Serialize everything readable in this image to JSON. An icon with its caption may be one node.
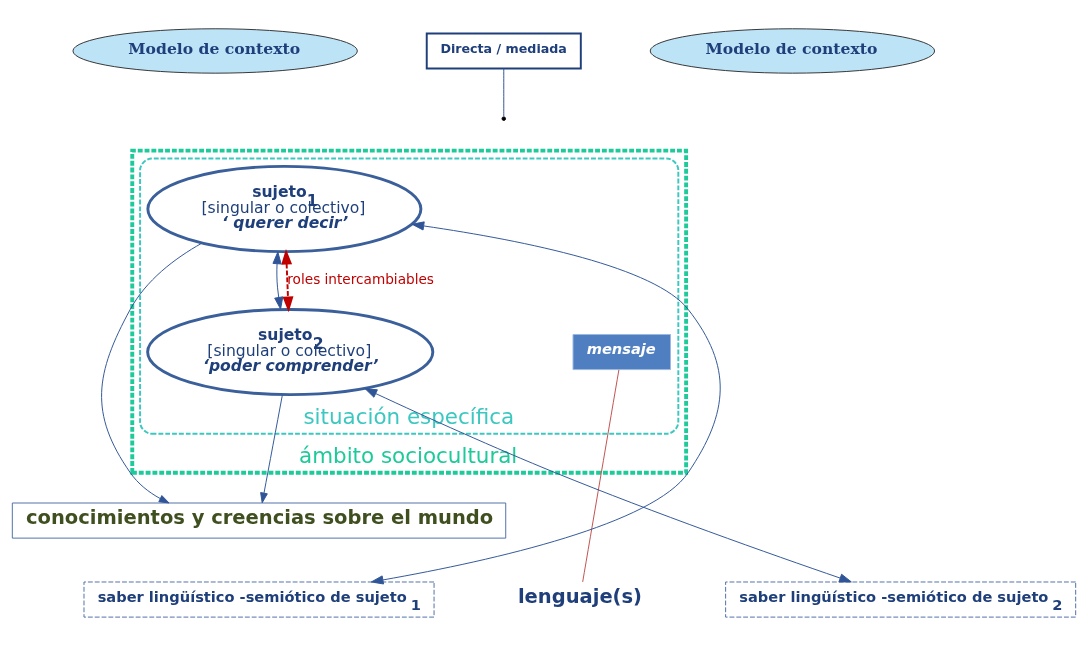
{
  "diagram": {
    "nodes": [
      {
        "text": [
          "Modelo de contexto"
        ]
      },
      {
        "text": [
          "Modelo de contexto"
        ]
      },
      {
        "text": [
          "Directa / mediada"
        ]
      },
      {
        "text": [
          "ámbito sociocultural"
        ]
      },
      {
        "text": [
          "situación específica"
        ],
        "in": 3
      },
      {
        "text": [
          "sujeto$_{1}$",
          "[singular o colectivo]",
          "‘ querer decir’"
        ],
        "in": 4
      },
      {
        "text": [
          "sujeto$_{2}$",
          "[singular o colectivo]",
          "‘poder comprender’"
        ],
        "in": 4
      },
      {
        "text": [
          "mensaje"
        ],
        "in": 4
      },
      {
        "text": [
          "conocimientos y creencias sobre el mundo"
        ]
      },
      {
        "text": [
          "lenguaje(s)"
        ]
      },
      {
        "text": [
          "saber lingüístico -semiótico de sujeto$_{1}$"
        ]
      },
      {
        "text": [
          "saber lingüístico -semiótico de sujeto$_{2}$"
        ]
      }
    ],
    "edges": [
      {
        "from": 5,
        "to": 6,
        "arrow": "both",
        "label": "roles intercambiables",
        "style": "dashed",
        "color": "#c00000"
      },
      {
        "from": 5,
        "to": 6,
        "arrow": "both"
      },
      {
        "from": 2,
        "to": null,
        "arrow": "none"
      },
      {
        "from": 5,
        "to": 8,
        "arrow": "to"
      },
      {
        "from": 6,
        "to": 8,
        "arrow": "to"
      },
      {
        "from": 10,
        "to": 5,
        "arrow": "both"
      },
      {
        "from": 11,
        "to": 6,
        "arrow": "both"
      },
      {
        "from": 7,
        "to": 9,
        "arrow": "none",
        "color": "#c0504d"
      }
    ]
  }
}
